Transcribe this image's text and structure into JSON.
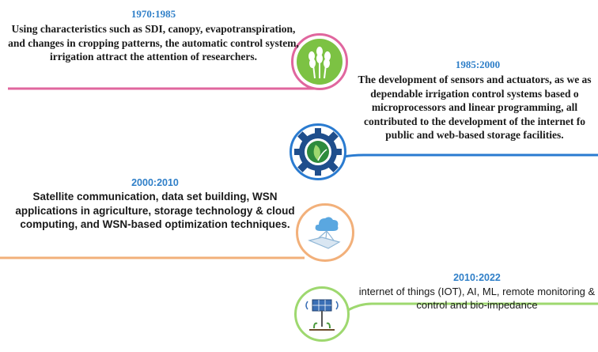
{
  "milestones": [
    {
      "period": "1970:1985",
      "text": "Using characteristics such as SDI, canopy, evapotranspiration, and changes in cropping patterns, the automatic control system, irrigation attract the attention of researchers.",
      "color": "#e0669e",
      "icon": "wheat-icon"
    },
    {
      "period": "1985:2000",
      "text": "The development of sensors and actuators, as we as dependable irrigation control systems based o microprocessors and linear programming, all contributed to the development of the internet fo public and web-based storage facilities.",
      "color": "#2a7bd0",
      "icon": "gear-leaf-icon"
    },
    {
      "period": "2000:2010",
      "text": "Satellite communication, data set building, WSN applications in agriculture, storage technology & cloud computing, and WSN-based optimization techniques.",
      "color": "#f2b07a",
      "icon": "cloud-network-icon"
    },
    {
      "period": "2010:2022",
      "text": "internet of things (IOT), AI, ML, remote monitoring & control and bio-impedance",
      "color": "#9ed86f",
      "icon": "solar-sensor-icon"
    }
  ]
}
